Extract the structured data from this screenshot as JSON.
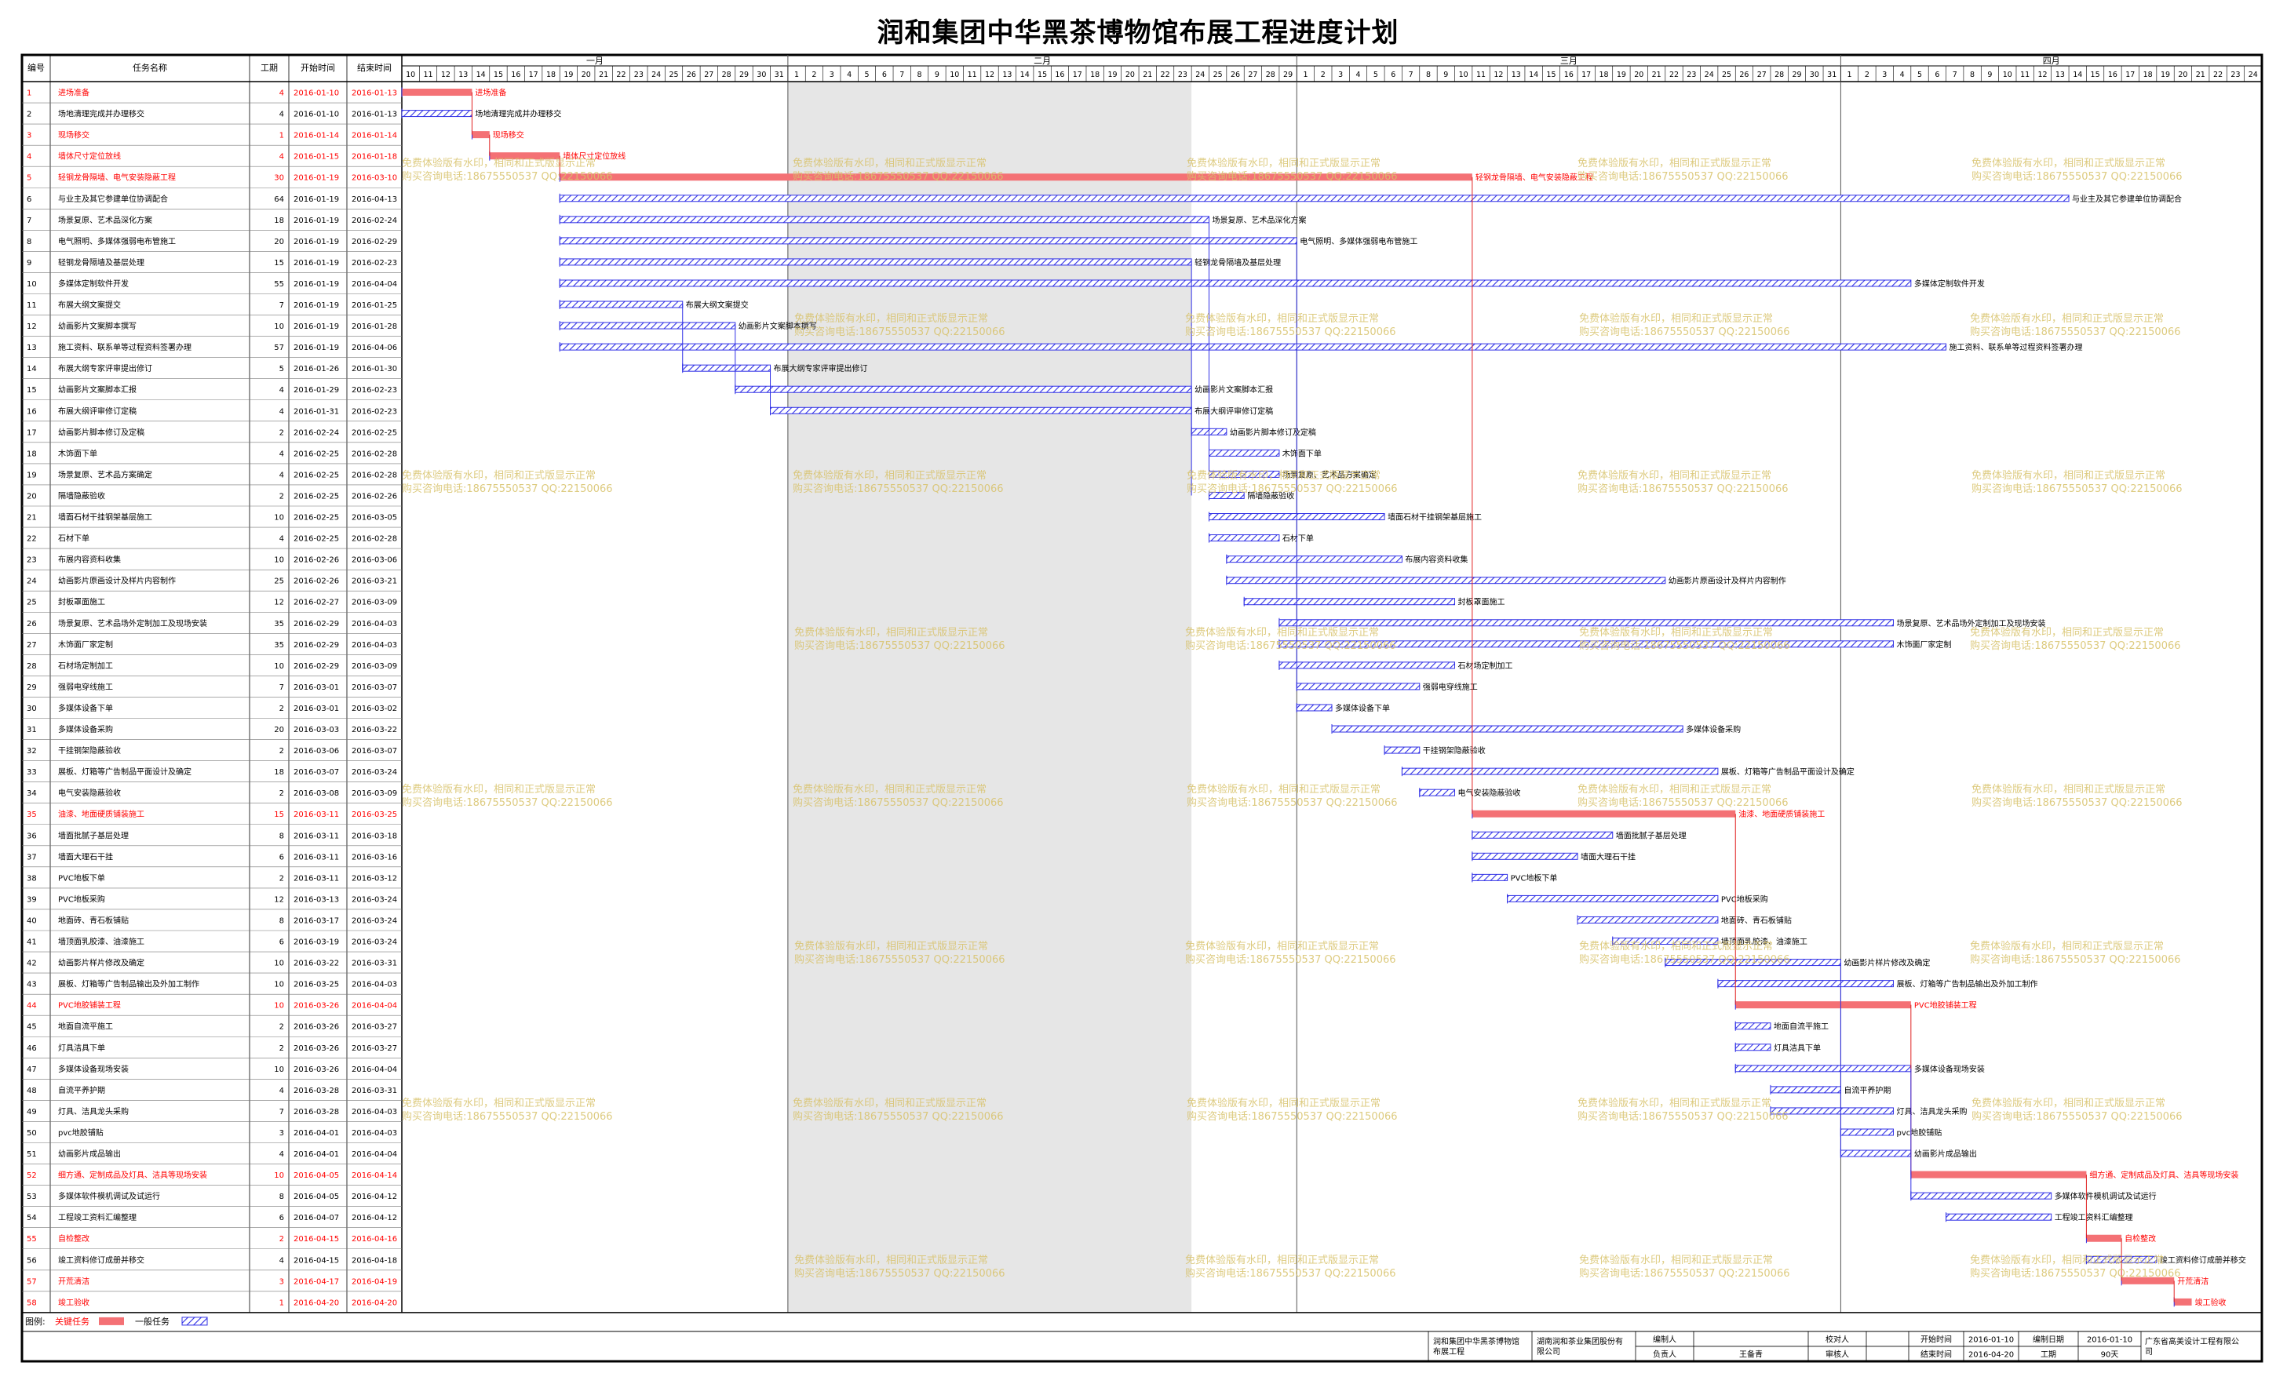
{
  "title": "润和集团中华黑茶博物馆布展工程进度计划",
  "headers": {
    "id": "编号",
    "name": "任务名称",
    "duration": "工期",
    "start": "开始时间",
    "end": "结束时间"
  },
  "months": [
    {
      "label": "一月",
      "start": "2016-01-10",
      "days": [
        10,
        11,
        12,
        13,
        14,
        15,
        16,
        17,
        18,
        19,
        20,
        21,
        22,
        23,
        24,
        25,
        26,
        27,
        28,
        29,
        30,
        31
      ]
    },
    {
      "label": "二月",
      "start": "2016-02-01",
      "days": [
        1,
        2,
        3,
        4,
        5,
        6,
        7,
        8,
        9,
        10,
        11,
        12,
        13,
        14,
        15,
        16,
        17,
        18,
        19,
        20,
        21,
        22,
        23,
        24,
        25,
        26,
        27,
        28,
        29
      ]
    },
    {
      "label": "三月",
      "start": "2016-03-01",
      "days": [
        1,
        2,
        3,
        4,
        5,
        6,
        7,
        8,
        9,
        10,
        11,
        12,
        13,
        14,
        15,
        16,
        17,
        18,
        19,
        20,
        21,
        22,
        23,
        24,
        25,
        26,
        27,
        28,
        29,
        30,
        31
      ]
    },
    {
      "label": "四月",
      "start": "2016-04-01",
      "days": [
        1,
        2,
        3,
        4,
        5,
        6,
        7,
        8,
        9,
        10,
        11,
        12,
        13,
        14,
        15,
        16,
        17,
        18,
        19,
        20,
        21,
        22,
        23,
        24
      ]
    }
  ],
  "shaded_range": [
    "2016-02-01",
    "2016-02-23"
  ],
  "chart_data": {
    "type": "gantt",
    "title": "润和集团中华黑茶博物馆布展工程进度计划",
    "tasks": [
      {
        "id": 1,
        "name": "进场准备",
        "duration": 4,
        "start": "2016-01-10",
        "end": "2016-01-13",
        "critical": true,
        "label": "进场准备"
      },
      {
        "id": 2,
        "name": "场地清理完成并办理移交",
        "duration": 4,
        "start": "2016-01-10",
        "end": "2016-01-13",
        "critical": false,
        "label": "场地清理完成并办理移交"
      },
      {
        "id": 3,
        "name": "现场移交",
        "duration": 1,
        "start": "2016-01-14",
        "end": "2016-01-14",
        "critical": true,
        "label": "现场移交"
      },
      {
        "id": 4,
        "name": "墙体尺寸定位放线",
        "duration": 4,
        "start": "2016-01-15",
        "end": "2016-01-18",
        "critical": true,
        "label": "墙体尺寸定位放线"
      },
      {
        "id": 5,
        "name": "轻钢龙骨隔墙、电气安装隐蔽工程",
        "duration": 30,
        "start": "2016-01-19",
        "end": "2016-03-10",
        "critical": true,
        "label": "轻钢龙骨隔墙、电气安装隐蔽工程"
      },
      {
        "id": 6,
        "name": "与业主及其它参建单位协调配合",
        "duration": 64,
        "start": "2016-01-19",
        "end": "2016-04-13",
        "critical": false,
        "label": "与业主及其它参建单位协调配合"
      },
      {
        "id": 7,
        "name": "场景复原、艺术品深化方案",
        "duration": 18,
        "start": "2016-01-19",
        "end": "2016-02-24",
        "critical": false,
        "label": "场景复原、艺术品深化方案"
      },
      {
        "id": 8,
        "name": "电气照明、多媒体强弱电布管施工",
        "duration": 20,
        "start": "2016-01-19",
        "end": "2016-02-29",
        "critical": false,
        "label": "电气照明、多媒体强弱电布管施工"
      },
      {
        "id": 9,
        "name": "轻钢龙骨隔墙及基层处理",
        "duration": 15,
        "start": "2016-01-19",
        "end": "2016-02-23",
        "critical": false,
        "label": "轻钢龙骨隔墙及基层处理"
      },
      {
        "id": 10,
        "name": "多媒体定制软件开发",
        "duration": 55,
        "start": "2016-01-19",
        "end": "2016-04-04",
        "critical": false,
        "label": "多媒体定制软件开发"
      },
      {
        "id": 11,
        "name": "布展大纲文案提交",
        "duration": 7,
        "start": "2016-01-19",
        "end": "2016-01-25",
        "critical": false,
        "label": "布展大纲文案提交"
      },
      {
        "id": 12,
        "name": "幼画影片文案脚本撰写",
        "duration": 10,
        "start": "2016-01-19",
        "end": "2016-01-28",
        "critical": false,
        "label": "幼画影片文案脚本撰写"
      },
      {
        "id": 13,
        "name": "施工资料、联系单等过程资料签署办理",
        "duration": 57,
        "start": "2016-01-19",
        "end": "2016-04-06",
        "critical": false,
        "label": "施工资料、联系单等过程资料签署办理"
      },
      {
        "id": 14,
        "name": "布展大纲专家评审提出修订",
        "duration": 5,
        "start": "2016-01-26",
        "end": "2016-01-30",
        "critical": false,
        "label": "布展大纲专家评审提出修订"
      },
      {
        "id": 15,
        "name": "幼画影片文案脚本汇报",
        "duration": 4,
        "start": "2016-01-29",
        "end": "2016-02-23",
        "critical": false,
        "label": "幼画影片文案脚本汇报"
      },
      {
        "id": 16,
        "name": "布展大纲评审修订定稿",
        "duration": 4,
        "start": "2016-01-31",
        "end": "2016-02-23",
        "critical": false,
        "label": "布展大纲评审修订定稿"
      },
      {
        "id": 17,
        "name": "幼画影片脚本修订及定稿",
        "duration": 2,
        "start": "2016-02-24",
        "end": "2016-02-25",
        "critical": false,
        "label": "幼画影片脚本修订及定稿"
      },
      {
        "id": 18,
        "name": "木饰面下单",
        "duration": 4,
        "start": "2016-02-25",
        "end": "2016-02-28",
        "critical": false,
        "label": "木饰面下单"
      },
      {
        "id": 19,
        "name": "场景复原、艺术品方案确定",
        "duration": 4,
        "start": "2016-02-25",
        "end": "2016-02-28",
        "critical": false,
        "label": "场景复原、艺术品方案确定"
      },
      {
        "id": 20,
        "name": "隔墙隐蔽验收",
        "duration": 2,
        "start": "2016-02-25",
        "end": "2016-02-26",
        "critical": false,
        "label": "隔墙隐蔽验收"
      },
      {
        "id": 21,
        "name": "墙面石材干挂钢架基层施工",
        "duration": 10,
        "start": "2016-02-25",
        "end": "2016-03-05",
        "critical": false,
        "label": "墙面石材干挂钢架基层施工"
      },
      {
        "id": 22,
        "name": "石材下单",
        "duration": 4,
        "start": "2016-02-25",
        "end": "2016-02-28",
        "critical": false,
        "label": "石材下单"
      },
      {
        "id": 23,
        "name": "布展内容资料收集",
        "duration": 10,
        "start": "2016-02-26",
        "end": "2016-03-06",
        "critical": false,
        "label": "布展内容资料收集"
      },
      {
        "id": 24,
        "name": "幼画影片原画设计及样片内容制作",
        "duration": 25,
        "start": "2016-02-26",
        "end": "2016-03-21",
        "critical": false,
        "label": "幼画影片原画设计及样片内容制作"
      },
      {
        "id": 25,
        "name": "封板罩面施工",
        "duration": 12,
        "start": "2016-02-27",
        "end": "2016-03-09",
        "critical": false,
        "label": "封板罩面施工"
      },
      {
        "id": 26,
        "name": "场景复原、艺术品场外定制加工及现场安装",
        "duration": 35,
        "start": "2016-02-29",
        "end": "2016-04-03",
        "critical": false,
        "label": "场景复原、艺术品场外定制加工及现场安装"
      },
      {
        "id": 27,
        "name": "木饰面厂家定制",
        "duration": 35,
        "start": "2016-02-29",
        "end": "2016-04-03",
        "critical": false,
        "label": "木饰面厂家定制"
      },
      {
        "id": 28,
        "name": "石材场定制加工",
        "duration": 10,
        "start": "2016-02-29",
        "end": "2016-03-09",
        "critical": false,
        "label": "石材场定制加工"
      },
      {
        "id": 29,
        "name": "强弱电穿线施工",
        "duration": 7,
        "start": "2016-03-01",
        "end": "2016-03-07",
        "critical": false,
        "label": "强弱电穿线施工"
      },
      {
        "id": 30,
        "name": "多媒体设备下单",
        "duration": 2,
        "start": "2016-03-01",
        "end": "2016-03-02",
        "critical": false,
        "label": "多媒体设备下单"
      },
      {
        "id": 31,
        "name": "多媒体设备采购",
        "duration": 20,
        "start": "2016-03-03",
        "end": "2016-03-22",
        "critical": false,
        "label": "多媒体设备采购"
      },
      {
        "id": 32,
        "name": "干挂钢架隐蔽验收",
        "duration": 2,
        "start": "2016-03-06",
        "end": "2016-03-07",
        "critical": false,
        "label": "干挂钢架隐蔽验收"
      },
      {
        "id": 33,
        "name": "展板、灯箱等广告制品平面设计及确定",
        "duration": 18,
        "start": "2016-03-07",
        "end": "2016-03-24",
        "critical": false,
        "label": "展板、灯箱等广告制品平面设计及确定"
      },
      {
        "id": 34,
        "name": "电气安装隐蔽验收",
        "duration": 2,
        "start": "2016-03-08",
        "end": "2016-03-09",
        "critical": false,
        "label": "电气安装隐蔽验收"
      },
      {
        "id": 35,
        "name": "油漆、地面硬质铺装施工",
        "duration": 15,
        "start": "2016-03-11",
        "end": "2016-03-25",
        "critical": true,
        "label": "油漆、地面硬质铺装施工"
      },
      {
        "id": 36,
        "name": "墙面批腻子基层处理",
        "duration": 8,
        "start": "2016-03-11",
        "end": "2016-03-18",
        "critical": false,
        "label": "墙面批腻子基层处理"
      },
      {
        "id": 37,
        "name": "墙面大理石干挂",
        "duration": 6,
        "start": "2016-03-11",
        "end": "2016-03-16",
        "critical": false,
        "label": "墙面大理石干挂"
      },
      {
        "id": 38,
        "name": "PVC地板下单",
        "duration": 2,
        "start": "2016-03-11",
        "end": "2016-03-12",
        "critical": false,
        "label": "PVC地板下单"
      },
      {
        "id": 39,
        "name": "PVC地板采购",
        "duration": 12,
        "start": "2016-03-13",
        "end": "2016-03-24",
        "critical": false,
        "label": "PVC地板采购"
      },
      {
        "id": 40,
        "name": "地面砖、青石板铺贴",
        "duration": 8,
        "start": "2016-03-17",
        "end": "2016-03-24",
        "critical": false,
        "label": "地面砖、青石板铺贴"
      },
      {
        "id": 41,
        "name": "墙顶面乳胶漆、油漆施工",
        "duration": 6,
        "start": "2016-03-19",
        "end": "2016-03-24",
        "critical": false,
        "label": "墙顶面乳胶漆、油漆施工"
      },
      {
        "id": 42,
        "name": "幼画影片样片修改及确定",
        "duration": 10,
        "start": "2016-03-22",
        "end": "2016-03-31",
        "critical": false,
        "label": "幼画影片样片修改及确定"
      },
      {
        "id": 43,
        "name": "展板、灯箱等广告制品输出及外加工制作",
        "duration": 10,
        "start": "2016-03-25",
        "end": "2016-04-03",
        "critical": false,
        "label": "展板、灯箱等广告制品输出及外加工制作"
      },
      {
        "id": 44,
        "name": "PVC地胶铺装工程",
        "duration": 10,
        "start": "2016-03-26",
        "end": "2016-04-04",
        "critical": true,
        "label": "PVC地胶铺装工程"
      },
      {
        "id": 45,
        "name": "地面自流平施工",
        "duration": 2,
        "start": "2016-03-26",
        "end": "2016-03-27",
        "critical": false,
        "label": "地面自流平施工"
      },
      {
        "id": 46,
        "name": "灯具洁具下单",
        "duration": 2,
        "start": "2016-03-26",
        "end": "2016-03-27",
        "critical": false,
        "label": "灯具洁具下单"
      },
      {
        "id": 47,
        "name": "多媒体设备现场安装",
        "duration": 10,
        "start": "2016-03-26",
        "end": "2016-04-04",
        "critical": false,
        "label": "多媒体设备现场安装"
      },
      {
        "id": 48,
        "name": "自流平养护期",
        "duration": 4,
        "start": "2016-03-28",
        "end": "2016-03-31",
        "critical": false,
        "label": "自流平养护期"
      },
      {
        "id": 49,
        "name": "灯具、洁具龙头采购",
        "duration": 7,
        "start": "2016-03-28",
        "end": "2016-04-03",
        "critical": false,
        "label": "灯具、洁具龙头采购"
      },
      {
        "id": 50,
        "name": "pvc地胶铺贴",
        "duration": 3,
        "start": "2016-04-01",
        "end": "2016-04-03",
        "critical": false,
        "label": "pvc地胶铺贴"
      },
      {
        "id": 51,
        "name": "幼画影片成品输出",
        "duration": 4,
        "start": "2016-04-01",
        "end": "2016-04-04",
        "critical": false,
        "label": "幼画影片成品输出"
      },
      {
        "id": 52,
        "name": "细方通、定制成品及灯具、洁具等现场安装",
        "duration": 10,
        "start": "2016-04-05",
        "end": "2016-04-14",
        "critical": true,
        "label": "细方通、定制成品及灯具、洁具等现场安装"
      },
      {
        "id": 53,
        "name": "多媒体软件模机调试及试运行",
        "duration": 8,
        "start": "2016-04-05",
        "end": "2016-04-12",
        "critical": false,
        "label": "多媒体软件模机调试及试运行"
      },
      {
        "id": 54,
        "name": "工程竣工资料汇编整理",
        "duration": 6,
        "start": "2016-04-07",
        "end": "2016-04-12",
        "critical": false,
        "label": "工程竣工资料汇编整理"
      },
      {
        "id": 55,
        "name": "自检整改",
        "duration": 2,
        "start": "2016-04-15",
        "end": "2016-04-16",
        "critical": true,
        "label": "自检整改"
      },
      {
        "id": 56,
        "name": "竣工资料修订成册并移交",
        "duration": 4,
        "start": "2016-04-15",
        "end": "2016-04-18",
        "critical": false,
        "label": "竣工资料修订成册并移交"
      },
      {
        "id": 57,
        "name": "开荒清洁",
        "duration": 3,
        "start": "2016-04-17",
        "end": "2016-04-19",
        "critical": true,
        "label": "开荒清洁"
      },
      {
        "id": 58,
        "name": "竣工验收",
        "duration": 1,
        "start": "2016-04-20",
        "end": "2016-04-20",
        "critical": true,
        "label": "竣工验收"
      }
    ]
  },
  "watermark": {
    "line1": "免费体验版有水印，相同和正式版显示正常",
    "line2": "购买咨询电话:18675550537 QQ:22150066"
  },
  "legend": {
    "label": "图例:",
    "critical": "关键任务",
    "normal": "一般任务"
  },
  "footer": {
    "project": "润和集团中华黑茶博物馆布展工程",
    "company": "湖南润和茶业集团股份有限公司",
    "editor_label": "编制人",
    "editor": "",
    "checker_label": "校对人",
    "checker": "",
    "manager_label": "负责人",
    "manager": "王备青",
    "reviewer_label": "审核人",
    "reviewer": "",
    "start_label": "开始时间",
    "start": "2016-01-10",
    "end_label": "结束时间",
    "end": "2016-04-20",
    "date_label": "编制日期",
    "date": "2016-01-10",
    "days_label": "工期",
    "days": "90天",
    "designer": "广东省高美设计工程有限公司"
  },
  "colors": {
    "critical": "#f47175",
    "normal": "#3030e6",
    "critical_text": "#ff0000",
    "watermark": "#d8c26a",
    "shade": "#e6e6e6"
  }
}
